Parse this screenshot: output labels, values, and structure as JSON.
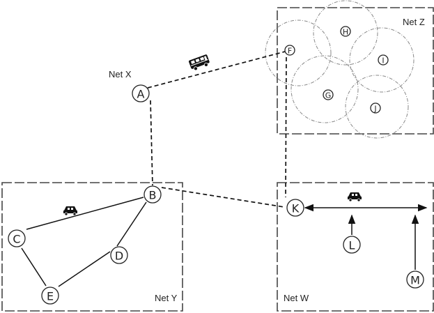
{
  "networks": {
    "x": "Net X",
    "y": "Net Y",
    "z": "Net Z",
    "w": "Net W"
  },
  "nodes": {
    "A": "A",
    "B": "B",
    "C": "C",
    "D": "D",
    "E": "E",
    "F": "F",
    "G": "G",
    "H": "H",
    "I": "I",
    "J": "J",
    "K": "K",
    "L": "L",
    "M": "M"
  },
  "icons": {
    "bus": "bus-icon",
    "car_y": "car-icon",
    "car_w": "car-icon"
  }
}
